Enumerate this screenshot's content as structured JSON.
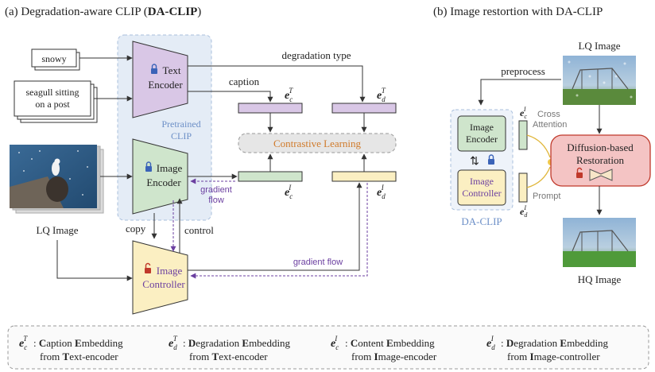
{
  "left_title": {
    "prefix": "(a) Degradation-aware CLIP (",
    "bold": "DA-CLIP",
    "suffix": ")"
  },
  "right_title": "(b) Image restortion with DA-CLIP",
  "inputs": {
    "snowy": "snowy",
    "caption_line1": "seagull sitting",
    "caption_line2": "on a post"
  },
  "pretrained": {
    "line1": "Pretrained",
    "line2": "CLIP"
  },
  "text_encoder": {
    "line1": "Text",
    "line2": "Encoder"
  },
  "image_encoder": {
    "line1": "Image",
    "line2": "Encoder"
  },
  "image_controller": {
    "line1": "Image",
    "line2": "Controller"
  },
  "labels": {
    "degradation_type": "degradation type",
    "caption": "caption",
    "contrastive": "Contrastive Learning",
    "gradient_flow_1": "gradient",
    "gradient_flow_2": "flow",
    "gradient_flow_long": "gradient flow",
    "copy": "copy",
    "control": "control",
    "lq_image": "LQ Image"
  },
  "embeddings": {
    "base": "e",
    "ct_sub": "c",
    "ct_sup": "T",
    "dt_sub": "d",
    "dt_sup": "T",
    "ci_sub": "c",
    "ci_sup": "I",
    "di_sub": "d",
    "di_sup": "I"
  },
  "right": {
    "lq": "LQ Image",
    "hq": "HQ Image",
    "preprocess": "preprocess",
    "image_encoder_1": "Image",
    "image_encoder_2": "Encoder",
    "image_controller_1": "Image",
    "image_controller_2": "Controller",
    "da_clip": "DA-CLIP",
    "cross_1": "Cross",
    "cross_2": "Attention",
    "prompt": "Prompt",
    "diffusion_1": "Diffusion-based",
    "diffusion_2": "Restoration"
  },
  "legend": [
    {
      "sub": "c",
      "sup": "T",
      "w1": "C",
      "r1": "aption ",
      "w2": "E",
      "r2": "mbedding",
      "from": "from ",
      "w3": "T",
      "r3": "ext-encoder"
    },
    {
      "sub": "d",
      "sup": "T",
      "w1": "D",
      "r1": "egradation ",
      "w2": "E",
      "r2": "mbedding",
      "from": "from ",
      "w3": "T",
      "r3": "ext-encoder"
    },
    {
      "sub": "c",
      "sup": "I",
      "w1": "C",
      "r1": "ontent ",
      "w2": "E",
      "r2": "mbedding",
      "from": "from ",
      "w3": "I",
      "r3": "mage-encoder"
    },
    {
      "sub": "d",
      "sup": "I",
      "w1": "D",
      "r1": "egradation ",
      "w2": "E",
      "r2": "mbedding",
      "from": "from ",
      "w3": "I",
      "r3": "mage-controller"
    }
  ],
  "colors": {
    "text_encoder": "#d9c7e6",
    "image_encoder": "#cfe5cc",
    "image_controller": "#fbefc2",
    "clip_region": "#e4ecf6",
    "diffusion": "#f4c4c4",
    "purple": "#6b3fa0"
  }
}
